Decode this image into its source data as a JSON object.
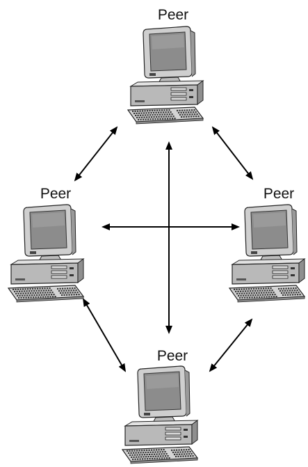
{
  "diagram": {
    "nodes": [
      {
        "id": "top",
        "label": "Peer"
      },
      {
        "id": "left",
        "label": "Peer"
      },
      {
        "id": "right",
        "label": "Peer"
      },
      {
        "id": "bottom",
        "label": "Peer"
      }
    ],
    "connections": [
      {
        "from": "top",
        "to": "left",
        "direction": "bidirectional"
      },
      {
        "from": "top",
        "to": "right",
        "direction": "bidirectional"
      },
      {
        "from": "left",
        "to": "bottom",
        "direction": "bidirectional"
      },
      {
        "from": "right",
        "to": "bottom",
        "direction": "bidirectional"
      },
      {
        "from": "top",
        "to": "bottom",
        "direction": "bidirectional"
      },
      {
        "from": "left",
        "to": "right",
        "direction": "bidirectional"
      }
    ],
    "icon": "desktop-computer-icon",
    "colors": {
      "monitor_frame": "#c9c9c9",
      "screen": "#8a8a8a",
      "keyboard": "#d0d0d0",
      "outline": "#222222",
      "arrow": "#000000"
    }
  }
}
